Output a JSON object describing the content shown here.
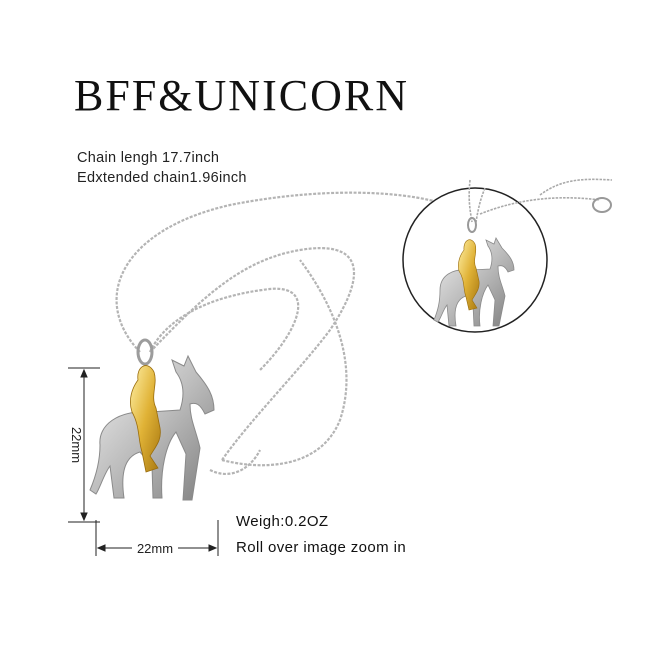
{
  "product": {
    "title": "BFF&UNICORN",
    "chain_length": "Chain lengh 17.7inch",
    "extended_chain": "Edxtended chain1.96inch",
    "weight": "Weigh:0.2OZ",
    "zoom_hint": "Roll over image zoom in"
  },
  "dimensions": {
    "height_label": "22mm",
    "width_label": "22mm"
  },
  "colors": {
    "silver": "#c9c9c9",
    "gold": "#d9a92b",
    "text": "#222222"
  }
}
